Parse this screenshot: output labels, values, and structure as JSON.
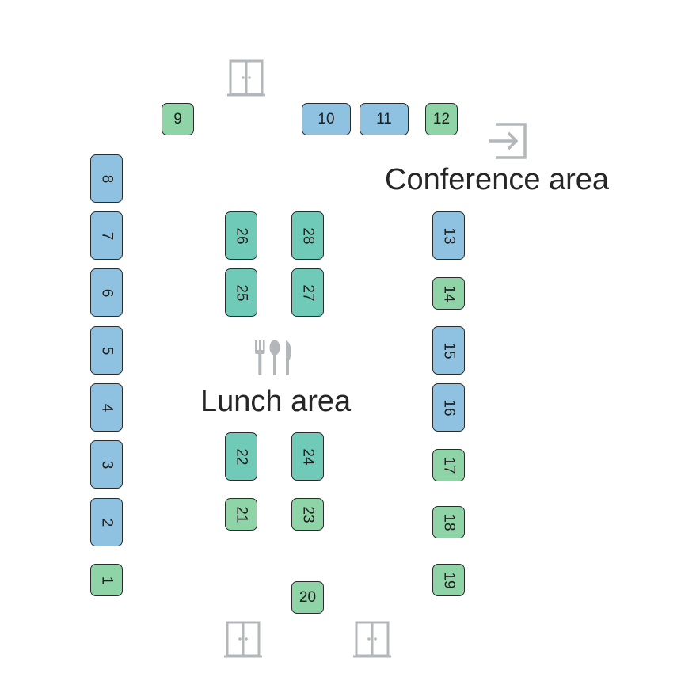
{
  "labels": {
    "conference": "Conference area",
    "lunch": "Lunch area"
  },
  "colors": {
    "booth_blue": "#8fc2e0",
    "booth_green": "#8fd4a6",
    "booth_teal": "#6fcab8",
    "icon_gray": "#b3b7ba",
    "outline": "#2b2b2b"
  },
  "icons": [
    "door-icon",
    "door-icon",
    "door-icon",
    "entrance-arrow-icon",
    "utensils-icon"
  ],
  "booths": [
    {
      "id": "1",
      "color": "green"
    },
    {
      "id": "2",
      "color": "blue"
    },
    {
      "id": "3",
      "color": "blue"
    },
    {
      "id": "4",
      "color": "blue"
    },
    {
      "id": "5",
      "color": "blue"
    },
    {
      "id": "6",
      "color": "blue"
    },
    {
      "id": "7",
      "color": "blue"
    },
    {
      "id": "8",
      "color": "blue"
    },
    {
      "id": "9",
      "color": "green"
    },
    {
      "id": "10",
      "color": "blue"
    },
    {
      "id": "11",
      "color": "blue"
    },
    {
      "id": "12",
      "color": "green"
    },
    {
      "id": "13",
      "color": "blue"
    },
    {
      "id": "14",
      "color": "green"
    },
    {
      "id": "15",
      "color": "blue"
    },
    {
      "id": "16",
      "color": "blue"
    },
    {
      "id": "17",
      "color": "green"
    },
    {
      "id": "18",
      "color": "green"
    },
    {
      "id": "19",
      "color": "green"
    },
    {
      "id": "20",
      "color": "green"
    },
    {
      "id": "21",
      "color": "green"
    },
    {
      "id": "22",
      "color": "teal"
    },
    {
      "id": "23",
      "color": "green"
    },
    {
      "id": "24",
      "color": "teal"
    },
    {
      "id": "25",
      "color": "teal"
    },
    {
      "id": "26",
      "color": "teal"
    },
    {
      "id": "27",
      "color": "teal"
    },
    {
      "id": "28",
      "color": "teal"
    }
  ]
}
